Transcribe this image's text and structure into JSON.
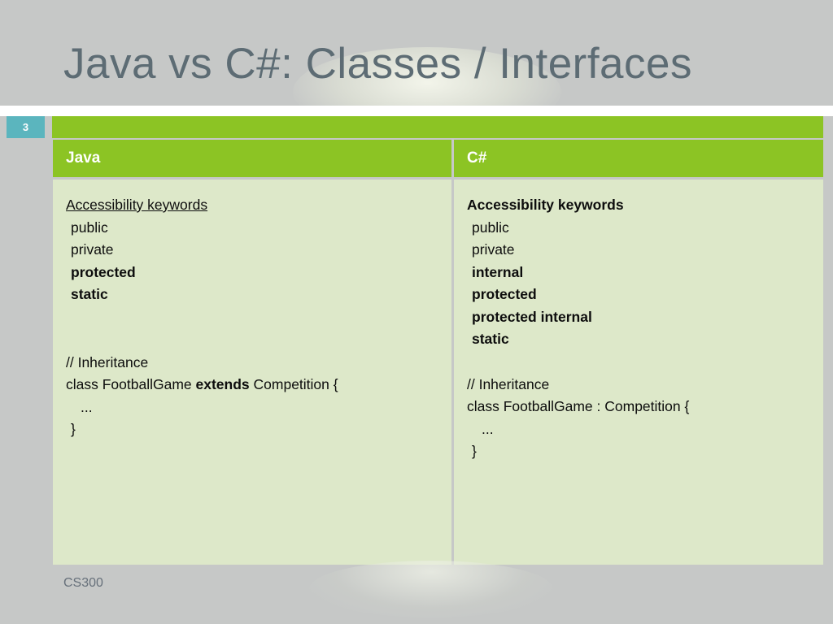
{
  "slide": {
    "title": "Java vs C#: Classes / Interfaces",
    "number": "3",
    "footer": "CS300",
    "colors": {
      "background": "#c6c8c7",
      "accent_green": "#8cc424",
      "cell_green": "#dde8c9",
      "badge_teal": "#5bb5be",
      "title_gray": "#5d6c74"
    }
  },
  "table": {
    "headers": {
      "java": "Java",
      "csharp": "C#"
    },
    "java": {
      "keywords_heading": "Accessibility keywords",
      "keywords": [
        {
          "text": "public",
          "bold": false
        },
        {
          "text": "private",
          "bold": false
        },
        {
          "text": "protected",
          "bold": true
        },
        {
          "text": "static",
          "bold": true
        }
      ],
      "code": {
        "comment": "// Inheritance",
        "decl_prefix": "class FootballGame ",
        "decl_keyword": "extends",
        "decl_suffix": " Competition {",
        "body": "...",
        "close": "}"
      }
    },
    "csharp": {
      "keywords_heading": "Accessibility keywords",
      "keywords": [
        {
          "text": "public",
          "bold": false
        },
        {
          "text": "private",
          "bold": false
        },
        {
          "text": "internal",
          "bold": true
        },
        {
          "text": "protected",
          "bold": true
        },
        {
          "text": "protected internal",
          "bold": true
        },
        {
          "text": "static",
          "bold": true
        }
      ],
      "code": {
        "comment": "// Inheritance",
        "decl_prefix": "class FootballGame ",
        "decl_keyword": ":",
        "decl_suffix": " Competition {",
        "body": "...",
        "close": "}"
      }
    }
  }
}
